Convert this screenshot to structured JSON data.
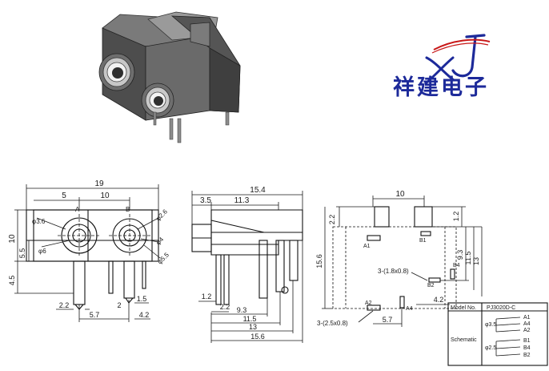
{
  "brand": {
    "logo_letters": "XJ",
    "company_name": "祥建电子"
  },
  "colors": {
    "brand_blue": "#1d2a9a",
    "logo_red": "#c81818",
    "line": "#1a1a1a",
    "body_gray": "#5a5a5a"
  },
  "front_view": {
    "dims": {
      "width": "19",
      "left": "5",
      "pitch": "10",
      "height": "10",
      "lower": "5.5",
      "pin_len": "4.5",
      "pin_w": "2.2",
      "pin_gap": "5.7",
      "pin_b": "2",
      "pin_c": "1.5",
      "pin_d": "4.2"
    },
    "labels": {
      "a": "A",
      "b": "B"
    },
    "diameters": {
      "d1": "φ3.6",
      "d2": "φ6",
      "d3": "φ2.6",
      "d4": "φ4",
      "d5": "φ5.5"
    }
  },
  "side_view": {
    "dims": {
      "total": "15.4",
      "nose": "3.5",
      "body": "11.3",
      "step": "1.2",
      "pin_w": "2.2",
      "p1": "9.3",
      "p2": "11.5",
      "p3": "13",
      "p4": "15.6"
    }
  },
  "bottom_view": {
    "dims": {
      "pitch": "10",
      "top": "2.2",
      "top_r": "1.2",
      "height": "15.6",
      "d1": "9.3",
      "d2": "11.5",
      "d3": "13",
      "off": "4.2",
      "pin_gap": "5.7"
    },
    "labels": {
      "a1": "A1",
      "a2": "A2",
      "a4": "A4",
      "b1": "B1",
      "b2": "B2",
      "b4": "B4",
      "hole_small": "3-(1.8x0.8)",
      "hole_large": "3-(2.5x0.8)"
    }
  },
  "spec_table": {
    "model_label": "Model No.",
    "model_value": "PJ3020D-C",
    "schematic_label": "Schematic",
    "size_a": "φ3.5",
    "size_b": "φ2.5",
    "pins_a": [
      "A1",
      "A4",
      "A2"
    ],
    "pins_b": [
      "B1",
      "B4",
      "B2"
    ]
  }
}
